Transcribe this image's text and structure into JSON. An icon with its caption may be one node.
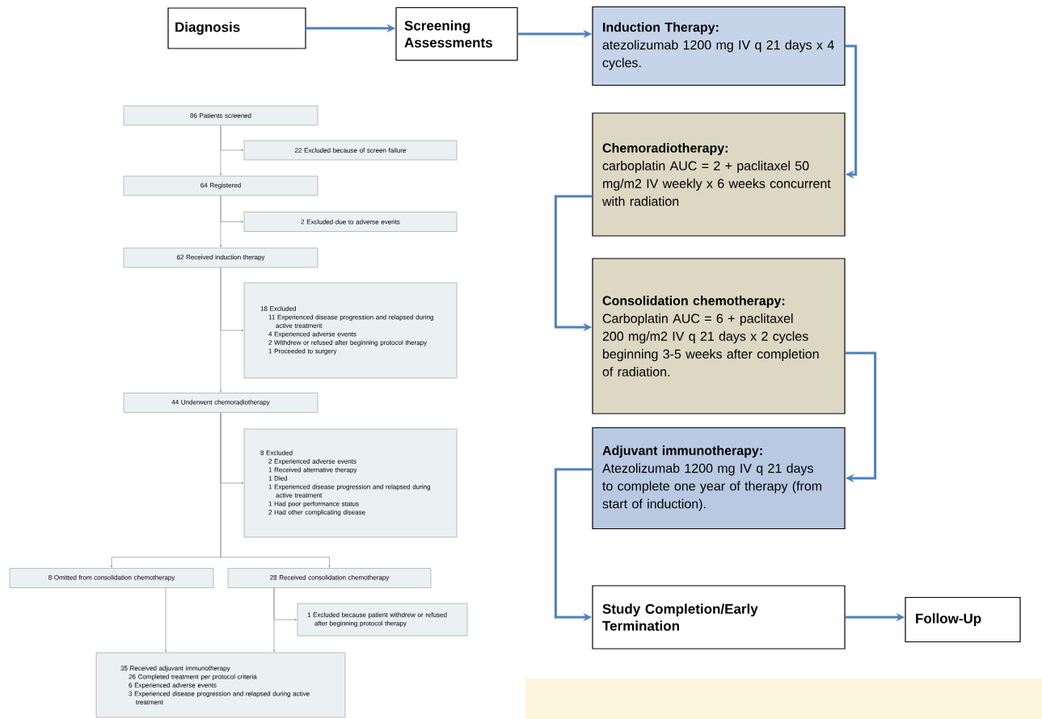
{
  "diagram": {
    "nodes": [
      {
        "text": [
          "Diagnosis"
        ]
      },
      {
        "text": [
          "Screening Assessments"
        ]
      },
      {
        "text": [
          "Induction Therapy:",
          "atezolizumab 1200 mg IV q 21 days x 4 cycles."
        ]
      },
      {
        "text": [
          "Chemoradiotherapy:",
          "carboplatin AUC = 2 + paclitaxel 50 mg/m2 IV weekly x 6 weeks concurrent with radiation"
        ]
      },
      {
        "text": [
          "Consolidation chemotherapy:",
          "Carboplatin AUC = 6 + paclitaxel 200 mg/m2 IV q 21 days x 2 cycles beginning 3-5 weeks after completion of radiation."
        ]
      },
      {
        "text": [
          "Adjuvant immunotherapy:",
          "Atezolizumab 1200 mg IV q 21 days to complete one year of therapy (from start of induction)."
        ]
      },
      {
        "text": [
          "Study Completion/Early Termination"
        ]
      },
      {
        "text": [
          "Follow-Up"
        ]
      },
      {
        "text": [
          "86 Patients screened"
        ]
      },
      {
        "text": [
          "22 Excluded because of screen failure"
        ]
      },
      {
        "text": [
          "64 Registered"
        ]
      },
      {
        "text": [
          "2 Excluded due to adverse events"
        ]
      },
      {
        "text": [
          "62 Received induction therapy"
        ]
      },
      {
        "text": [
          "18 Excluded",
          "11 Experienced disease progression and relapsed during active treatment",
          "4 Experienced adverse events",
          "2 Withdrew or refused after beginning protocol therapy",
          "1 Proceeded to surgery"
        ]
      },
      {
        "text": [
          "44 Underwent chemoradiotherapy"
        ]
      },
      {
        "text": [
          "8 Excluded",
          "2 Experienced adverse events",
          "1 Received alternative therapy",
          "1 Died",
          "1 Experienced disease progression and relapsed during active treatment",
          "1 Had poor performance status",
          "2 Had other complicating disease"
        ]
      },
      {
        "text": [
          "8 Omitted from consolidation chemotherapy"
        ]
      },
      {
        "text": [
          "28 Received consolidation chemotherapy"
        ]
      },
      {
        "text": [
          "1 Excluded because patient withdrew or refused after beginning protocol therapy"
        ]
      },
      {
        "text": [
          "35 Received adjuvant immunotherapy",
          "26 Completed treatment per protocol criteria",
          "6 Experienced adverse events",
          "3 Experienced disease progression and relapsed during active treatment"
        ]
      }
    ],
    "edges": [
      {
        "from": 0,
        "to": 1,
        "arrow": "to",
        "style": "thick",
        "color": "#4f81bd"
      },
      {
        "from": 1,
        "to": 2,
        "arrow": "to",
        "style": "thick",
        "color": "#4f81bd"
      },
      {
        "from": 2,
        "to": 3,
        "arrow": "to",
        "style": "thick",
        "color": "#4f81bd"
      },
      {
        "from": 3,
        "to": 4,
        "arrow": "to",
        "style": "thick",
        "color": "#4f81bd"
      },
      {
        "from": 4,
        "to": 5,
        "arrow": "to",
        "style": "thick",
        "color": "#4f81bd"
      },
      {
        "from": 5,
        "to": 6,
        "arrow": "to",
        "style": "thick",
        "color": "#4f81bd"
      },
      {
        "from": 6,
        "to": 7,
        "arrow": "to",
        "style": "thick",
        "color": "#4f81bd"
      },
      {
        "from": 8,
        "to": 9,
        "arrow": "to"
      },
      {
        "from": 8,
        "to": 10,
        "arrow": "to"
      },
      {
        "from": 10,
        "to": 11,
        "arrow": "to"
      },
      {
        "from": 10,
        "to": 12,
        "arrow": "to"
      },
      {
        "from": 12,
        "to": 13,
        "arrow": "to"
      },
      {
        "from": 12,
        "to": 14,
        "arrow": "to"
      },
      {
        "from": 14,
        "to": 15,
        "arrow": "to"
      },
      {
        "from": 14,
        "to": 16,
        "arrow": "to"
      },
      {
        "from": 14,
        "to": 17,
        "arrow": "to"
      },
      {
        "from": 17,
        "to": 18,
        "arrow": "to"
      },
      {
        "from": 17,
        "to": 19,
        "arrow": "to"
      },
      {
        "from": 16,
        "to": 19,
        "arrow": "to"
      }
    ]
  }
}
